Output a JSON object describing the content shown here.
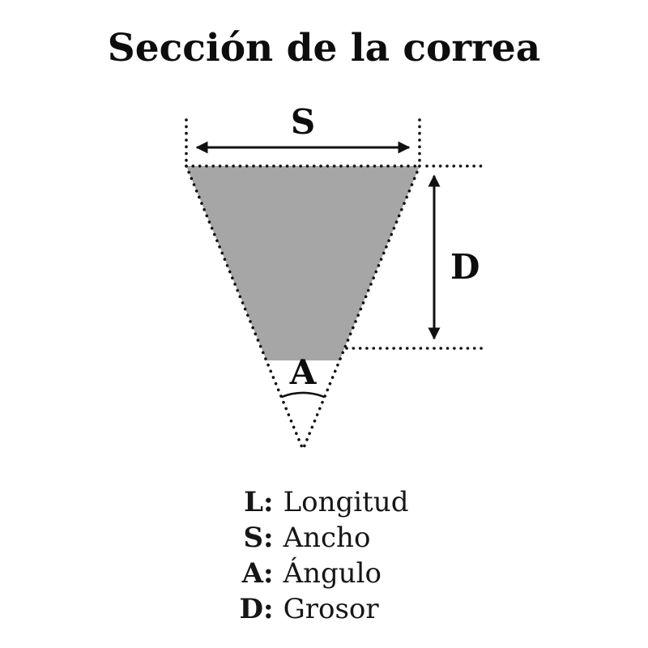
{
  "title": "Sección de la correa",
  "diagram": {
    "labels": {
      "s": "S",
      "d": "D",
      "a": "A"
    },
    "fill_color": "#a6a6a6",
    "line_color": "#111111"
  },
  "legend": [
    {
      "key": "L:",
      "value": "Longitud"
    },
    {
      "key": "S:",
      "value": "Ancho"
    },
    {
      "key": "A:",
      "value": "Ángulo"
    },
    {
      "key": "D:",
      "value": "Grosor"
    }
  ]
}
